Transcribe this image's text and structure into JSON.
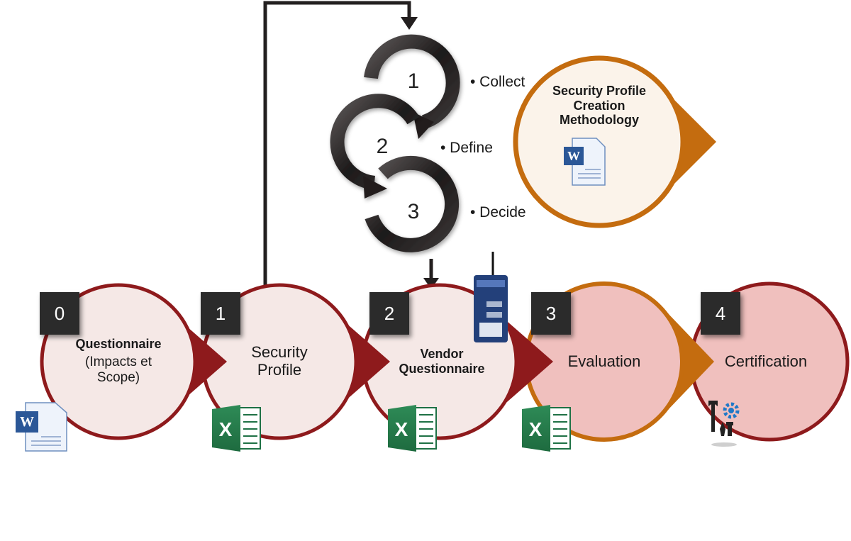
{
  "cycle": {
    "steps": [
      {
        "number": "1",
        "label": "• Collect"
      },
      {
        "number": "2",
        "label": "• Define"
      },
      {
        "number": "3",
        "label": "• Decide"
      }
    ]
  },
  "methodology": {
    "title": "Security Profile Creation Methodology",
    "icon": "word-doc-icon"
  },
  "process": {
    "steps": [
      {
        "badge": "0",
        "label": "Questionnaire",
        "sublabel": "(Impacts et Scope)",
        "icon": "word-doc-icon"
      },
      {
        "badge": "1",
        "label": "Security Profile",
        "icon": "excel-icon"
      },
      {
        "badge": "2",
        "label": "Vendor Questionnaire",
        "icon": "excel-icon"
      },
      {
        "badge": "3",
        "label": "Evaluation",
        "icon": "excel-icon"
      },
      {
        "badge": "4",
        "label": "Certification",
        "icon": "tools-gear-icon"
      }
    ]
  },
  "colors": {
    "dark_red": "#8e1a1c",
    "orange": "#c46c0f",
    "light_fill": "#f5e8e6",
    "pink_fill": "#f0c0be",
    "cream_fill": "#fbf3ea",
    "arrow_black": "#231f1f",
    "excel_green": "#1e7145",
    "word_blue": "#2b5797"
  }
}
